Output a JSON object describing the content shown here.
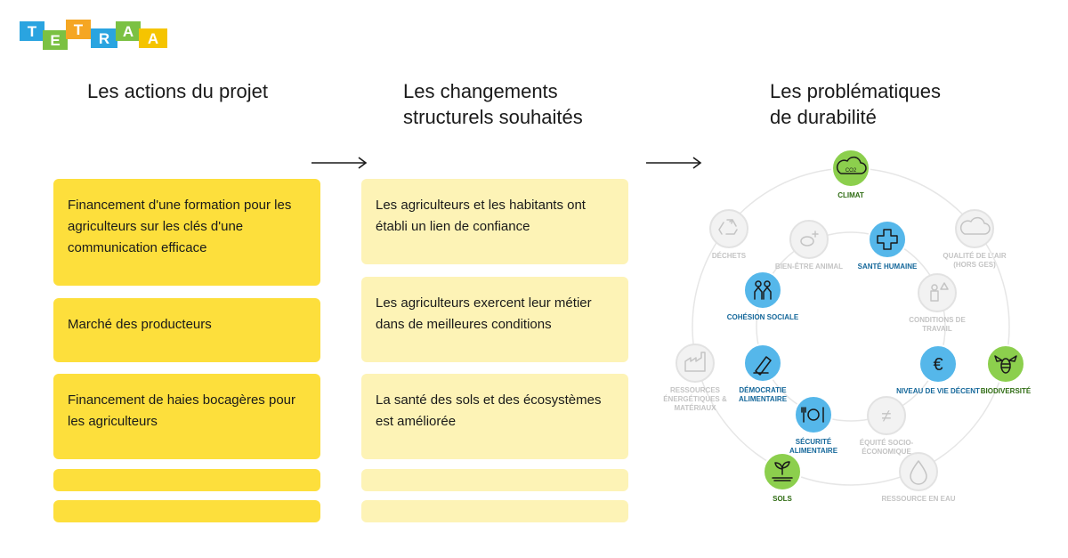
{
  "logo": {
    "text": "TETRAA",
    "colors": [
      "#2aa4e0",
      "#7bc143",
      "#f5a623",
      "#2aa4e0",
      "#7bc143",
      "#f5c400"
    ]
  },
  "columns": [
    {
      "title_line1": "Les actions du projet",
      "title_line2": ""
    },
    {
      "title_line1": "Les changements",
      "title_line2": "structurels souhaités"
    },
    {
      "title_line1": "Les problématiques",
      "title_line2": "de durabilité"
    }
  ],
  "actions": [
    "Financement d'une formation pour les agriculteurs sur les clés d'une communication efficace",
    "Marché des producteurs",
    "Financement de haies bocagères pour les agriculteurs"
  ],
  "changes": [
    "Les agriculteurs et les habitants ont établi un lien de confiance",
    "Les agriculteurs exercent leur métier dans de meilleures conditions",
    "La santé des sols et des écosystèmes est améliorée"
  ],
  "colors": {
    "action_card": "#fddf3c",
    "change_card": "#fdf3b6",
    "green": "#7bc143",
    "blue": "#2aa4e0",
    "grey": "#c8c8c8"
  },
  "wheel": {
    "nodes": [
      {
        "id": "climat",
        "label": [
          "CLIMAT"
        ],
        "icon": "co2-cloud-icon",
        "icon_text": "CO2",
        "state": "green"
      },
      {
        "id": "dechets",
        "label": [
          "DÉCHETS"
        ],
        "icon": "recycle-icon",
        "state": "grey"
      },
      {
        "id": "qualite-air",
        "label": [
          "QUALITÉ DE L'AIR",
          "(HORS GES)"
        ],
        "icon": "cloud-icon",
        "state": "grey"
      },
      {
        "id": "bien-etre",
        "label": [
          "BIEN-ÊTRE ANIMAL"
        ],
        "icon": "animal-icon",
        "state": "grey"
      },
      {
        "id": "sante",
        "label": [
          "SANTÉ HUMAINE"
        ],
        "icon": "health-cross-icon",
        "state": "blue"
      },
      {
        "id": "cohesion",
        "label": [
          "COHÉSION SOCIALE"
        ],
        "icon": "people-icon",
        "state": "blue"
      },
      {
        "id": "conditions",
        "label": [
          "CONDITIONS DE",
          "TRAVAIL"
        ],
        "icon": "worker-icon",
        "state": "grey"
      },
      {
        "id": "ressources",
        "label": [
          "RESSOURCES",
          "ÉNERGÉTIQUES &",
          "MATÉRIAUX"
        ],
        "icon": "factory-icon",
        "state": "grey"
      },
      {
        "id": "democratie",
        "label": [
          "DÉMOCRATIE",
          "ALIMENTAIRE"
        ],
        "icon": "vote-icon",
        "state": "blue"
      },
      {
        "id": "niveau-vie",
        "label": [
          "NIVEAU DE VIE DÉCENT"
        ],
        "icon": "euro-icon",
        "icon_text": "€",
        "state": "blue"
      },
      {
        "id": "biodiversite",
        "label": [
          "BIODIVERSITÉ"
        ],
        "icon": "bee-icon",
        "state": "green"
      },
      {
        "id": "securite",
        "label": [
          "SÉCURITÉ",
          "ALIMENTAIRE"
        ],
        "icon": "food-icon",
        "state": "blue"
      },
      {
        "id": "equite",
        "label": [
          "ÉQUITÉ SOCIO-",
          "ÉCONOMIQUE"
        ],
        "icon": "not-equal-icon",
        "icon_text": "≠",
        "state": "grey"
      },
      {
        "id": "sols",
        "label": [
          "SOLS"
        ],
        "icon": "sprout-icon",
        "state": "green"
      },
      {
        "id": "eau",
        "label": [
          "RESSOURCE EN EAU"
        ],
        "icon": "water-drop-icon",
        "state": "grey"
      }
    ]
  }
}
